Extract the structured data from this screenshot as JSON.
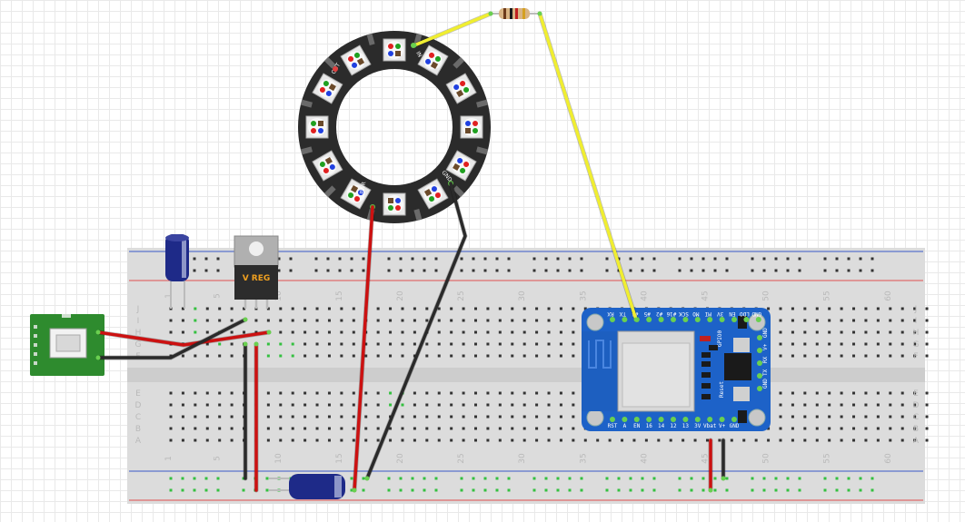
{
  "breadboard": {
    "column_numbers": [
      "1",
      "5",
      "10",
      "15",
      "20",
      "25",
      "30",
      "35",
      "40",
      "45",
      "50",
      "55",
      "60"
    ],
    "row_letters_top": [
      "J",
      "I",
      "H",
      "G",
      "F"
    ],
    "row_letters_bottom": [
      "E",
      "D",
      "C",
      "B",
      "A"
    ]
  },
  "regulator": {
    "label": "V REG"
  },
  "neopixel_ring": {
    "pads": [
      "IN",
      "OUT",
      "PWR",
      "GND"
    ]
  },
  "feather": {
    "top_pins": [
      "RX",
      "TX",
      "#4",
      "#5",
      "#2",
      "#16",
      "SCK",
      "MO",
      "MI",
      "3V",
      "EN",
      "LDO",
      "GND"
    ],
    "bottom_pins": [
      "RST",
      "A",
      "EN",
      "16",
      "14",
      "12",
      "13",
      "3V",
      "Vbat",
      "V+",
      "GND"
    ],
    "side_pins": [
      "GND",
      "V+",
      "RX",
      "TX",
      "GND"
    ],
    "labels": [
      "GPIO0",
      "Reset"
    ]
  },
  "colors": {
    "wire_red": "#cc1111",
    "wire_black": "#2a2a2a",
    "wire_yellow": "#f0ee30",
    "pcb_blue": "#1d62c8",
    "pcb_green": "#2e8b2e",
    "rail_red": "#e05050",
    "rail_blue": "#3a5ac8"
  }
}
